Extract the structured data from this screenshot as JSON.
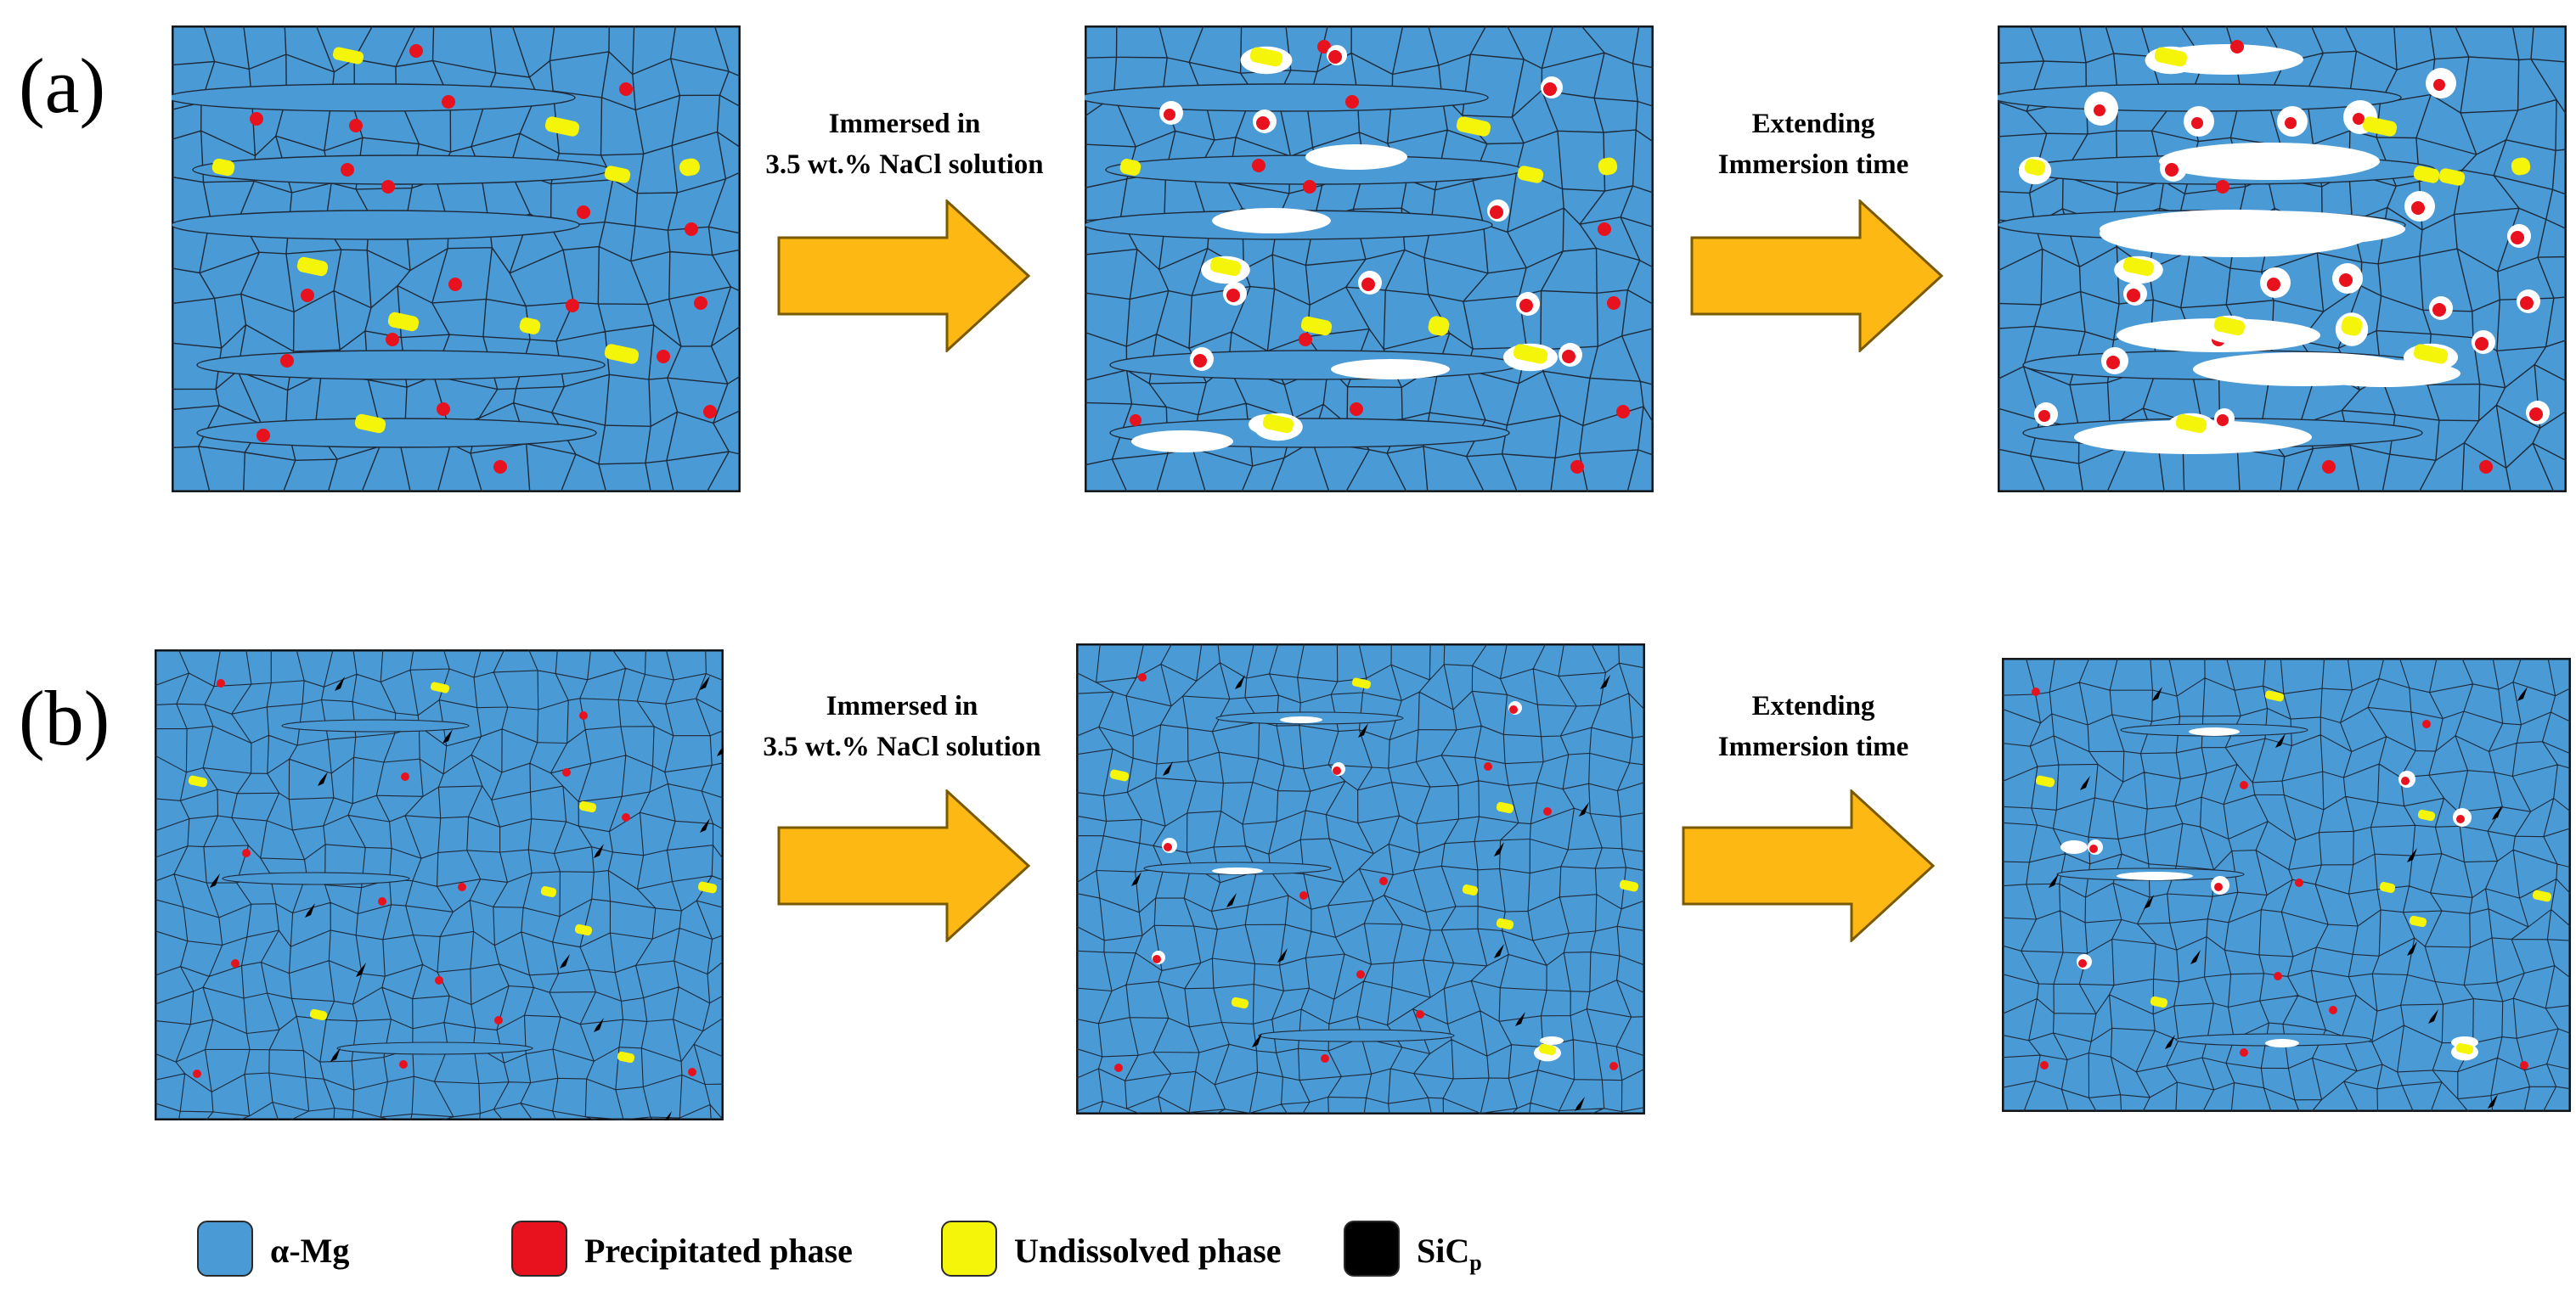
{
  "rows": [
    {
      "label": "(a)",
      "step1": [
        "Immersed in",
        "3.5 wt.% NaCl solution"
      ],
      "step2": [
        "Extending",
        "Immersion time"
      ]
    },
    {
      "label": "(b)",
      "step1": [
        "Immersed in",
        "3.5 wt.% NaCl solution"
      ],
      "step2": [
        "Extending",
        "Immersion time"
      ]
    }
  ],
  "legend": [
    {
      "name": "α-Mg",
      "color": "#4a9ad6"
    },
    {
      "name": "Precipitated phase",
      "color": "#e8121e"
    },
    {
      "name": "Undissolved phase",
      "color": "#f5f50a"
    },
    {
      "name": "SiC",
      "subscript": "p",
      "color": "#000000"
    }
  ],
  "colors": {
    "matrix": "#4a9ad6",
    "grain_boundary": "#1e2a38",
    "corrosion": "#ffffff",
    "arrow": "#fdb813",
    "arrow_outline": "#7a5a00"
  }
}
